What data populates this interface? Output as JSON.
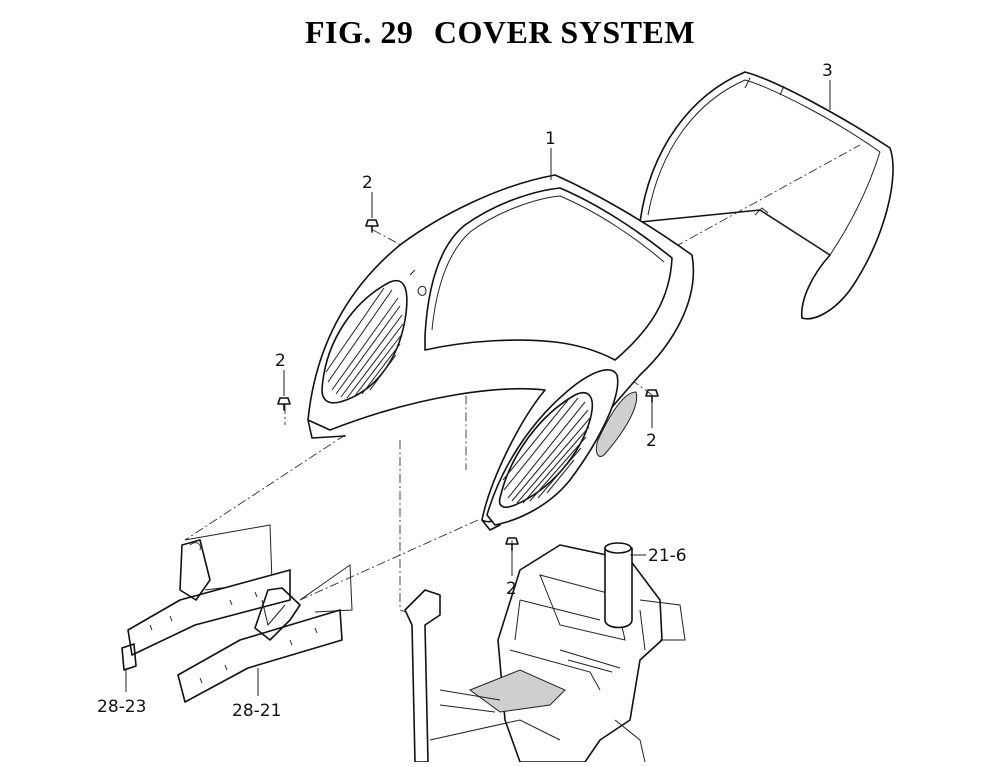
{
  "figure": {
    "number": "FIG. 29",
    "name": "COVER SYSTEM"
  },
  "callouts": [
    {
      "id": "c1",
      "label": "1"
    },
    {
      "id": "c2a",
      "label": "2"
    },
    {
      "id": "c2b",
      "label": "2"
    },
    {
      "id": "c2c",
      "label": "2"
    },
    {
      "id": "c2d",
      "label": "2"
    },
    {
      "id": "c3",
      "label": "3"
    },
    {
      "id": "c21_6",
      "label": "21-6"
    },
    {
      "id": "c28_23",
      "label": "28-23"
    },
    {
      "id": "c28_21",
      "label": "28-21"
    }
  ],
  "colors": {
    "line": "#111111",
    "background": "#ffffff",
    "shade": "#cfcfcf"
  }
}
